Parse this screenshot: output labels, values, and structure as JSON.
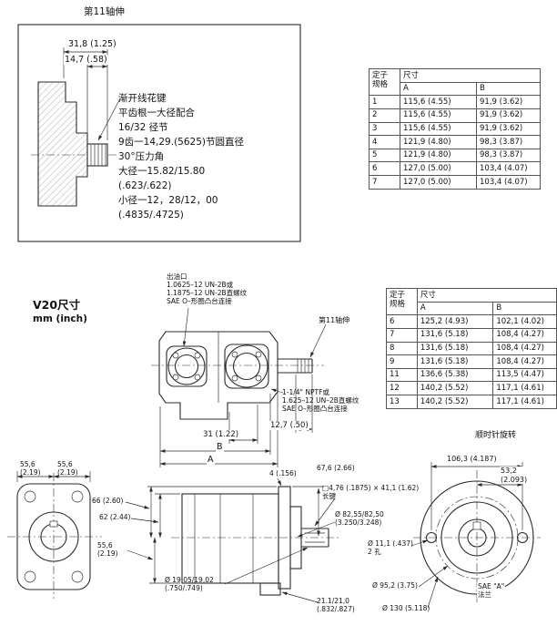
{
  "colors": {
    "line": "#2b2b2b",
    "text": "#111111",
    "bg": "#ffffff"
  },
  "shaft_detail": {
    "title": "第11轴伸",
    "dim_major": "31,8 (1.25)",
    "dim_minor": "14,7 (.58)",
    "notes": "渐开线花键\n平齿根一大径配合\n16/32 径节\n9齿一14,29.(5625)节圆直径\n30°压力角\n大径一15.82/15.80\n(.623/.622)\n小径一12，28/12，00\n(.4835/.4725)"
  },
  "stator_table_top": {
    "spec_header": "定子\n规格",
    "size_header": "尺寸",
    "col_a": "A",
    "col_b": "B",
    "rows": [
      [
        "1",
        "115,6 (4.55)",
        "91,9 (3.62)"
      ],
      [
        "2",
        "115,6 (4.55)",
        "91,9 (3.62)"
      ],
      [
        "3",
        "115,6 (4.55)",
        "91,9 (3.62)"
      ],
      [
        "4",
        "121,9 (4.80)",
        "98,3 (3.87)"
      ],
      [
        "5",
        "121,9 (4.80)",
        "98,3 (3.87)"
      ],
      [
        "6",
        "127,0 (5.00)",
        "103,4 (4.07)"
      ],
      [
        "7",
        "127,0 (5.00)",
        "103,4 (4.07)"
      ]
    ]
  },
  "stator_table_mid": {
    "spec_header": "定子\n规格",
    "size_header": "尺寸",
    "col_a": "A",
    "col_b": "B",
    "rows": [
      [
        "6",
        "125,2 (4.93)",
        "102,1 (4.02)"
      ],
      [
        "7",
        "131,6 (5.18)",
        "108,4 (4.27)"
      ],
      [
        "8",
        "131,6 (5.18)",
        "108,4 (4.27)"
      ],
      [
        "9",
        "131,6 (5.18)",
        "108,4 (4.27)"
      ],
      [
        "11",
        "136,6 (5.38)",
        "113,5 (4.47)"
      ],
      [
        "12",
        "140,2 (5.52)",
        "117,1 (4.61)"
      ],
      [
        "13",
        "140,2 (5.52)",
        "117,1 (4.61)"
      ]
    ]
  },
  "main_view": {
    "title": "V20尺寸",
    "unit_note": "mm (inch)",
    "outlet_port_label": "出油口\n1.0625–12 UN-2B或\n1.1875–12 UN-2B直螺纹\nSAE O–形圈凸台连接",
    "shaft_label": "第11轴伸",
    "inlet_port_label": "1-1/4\" NPTF或\n1.625–12 UN–2B直螺纹\nSAE O–形圈凸台连接",
    "dim_31": "31 (1.22)",
    "dim_127": "12,7 (.50)",
    "dim_b": "B",
    "dim_a": "A",
    "rotation_note": "顺时针旋转"
  },
  "left_view": {
    "dim_556_top_left": "55,6\n(2.19)",
    "dim_556_top_right": "55,6\n(2.19)",
    "dim_66": "66 (2.60)",
    "dim_62": "62 (2.44)",
    "dim_556_bottom": "55,6\n(2.19)"
  },
  "middle_view": {
    "dim_4": "4 (.156)",
    "dim_676": "67,6 (2.66)",
    "key_note": "□4,76 (.1875) × 41,1 (1.62)\n长键",
    "dim_pilot": "Ø 82,55/82,50\n(3.250/3.248)",
    "dim_shaft": "Ø 19,05/19,02\n(.750/.749)",
    "dim_key_depth": "21.1/21,0\n(.832/.827)"
  },
  "right_view": {
    "dim_1063": "106,3 (4.187)",
    "dim_532": "53,2\n(2.093)",
    "dim_holes": "Ø 11,1 (.437)\n2 孔",
    "dim_952": "Ø 95,2 (3.75)",
    "dim_130": "Ø 130 (5.118)",
    "flange_label": "SAE \"A\"\n法兰"
  }
}
